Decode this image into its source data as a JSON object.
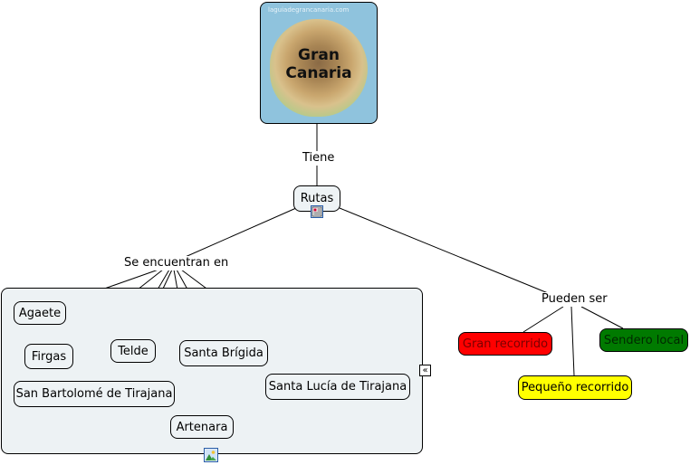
{
  "root": {
    "title": "Gran Canaria",
    "title_line1": "Gran",
    "title_line2": "Canaria",
    "watermark": "laguiadegrancanaria.com"
  },
  "links": {
    "tiene": "Tiene",
    "se_encuentran": "Se encuentran en",
    "pueden_ser": "Pueden ser"
  },
  "concepts": {
    "rutas": "Rutas",
    "locations": [
      "Agaete",
      "Firgas",
      "Telde",
      "Santa Brígida",
      "San Bartolomé de Tirajana",
      "Santa Lucía de Tirajana",
      "Artenara"
    ],
    "route_types": [
      {
        "label": "Gran recorrido",
        "color": "#ff0000"
      },
      {
        "label": "Pequeño recorrido",
        "color": "#ffff00"
      },
      {
        "label": "Sendero local",
        "color": "#007a00"
      }
    ]
  },
  "icons": {
    "rutas_resource": "document-list-icon",
    "group_resource": "image-icon",
    "collapse": "collapse-left-icon"
  }
}
